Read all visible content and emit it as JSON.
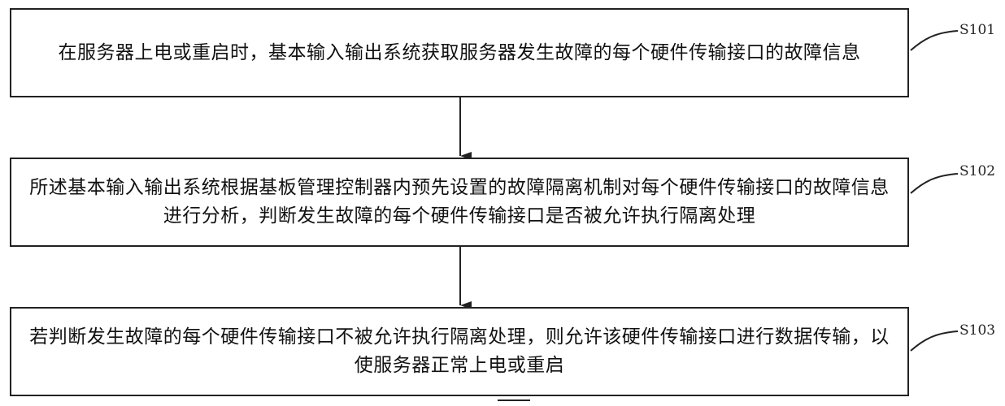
{
  "steps": [
    {
      "label": "S101",
      "text": "在服务器上电或重启时，基本输入输出系统获取服务器发生故障的每个硬件传输接口的故障信息"
    },
    {
      "label": "S102",
      "text": "所述基本输入输出系统根据基板管理控制器内预先设置的故障隔离机制对每个硬件传输接口的故障信息进行分析，判断发生故障的每个硬件传输接口是否被允许执行隔离处理"
    },
    {
      "label": "S103",
      "text": "若判断发生故障的每个硬件传输接口不被允许执行隔离处理，则允许该硬件传输接口进行数据传输，以使服务器正常上电或重启"
    }
  ],
  "colors": {
    "stroke": "#222222",
    "background": "#ffffff"
  }
}
